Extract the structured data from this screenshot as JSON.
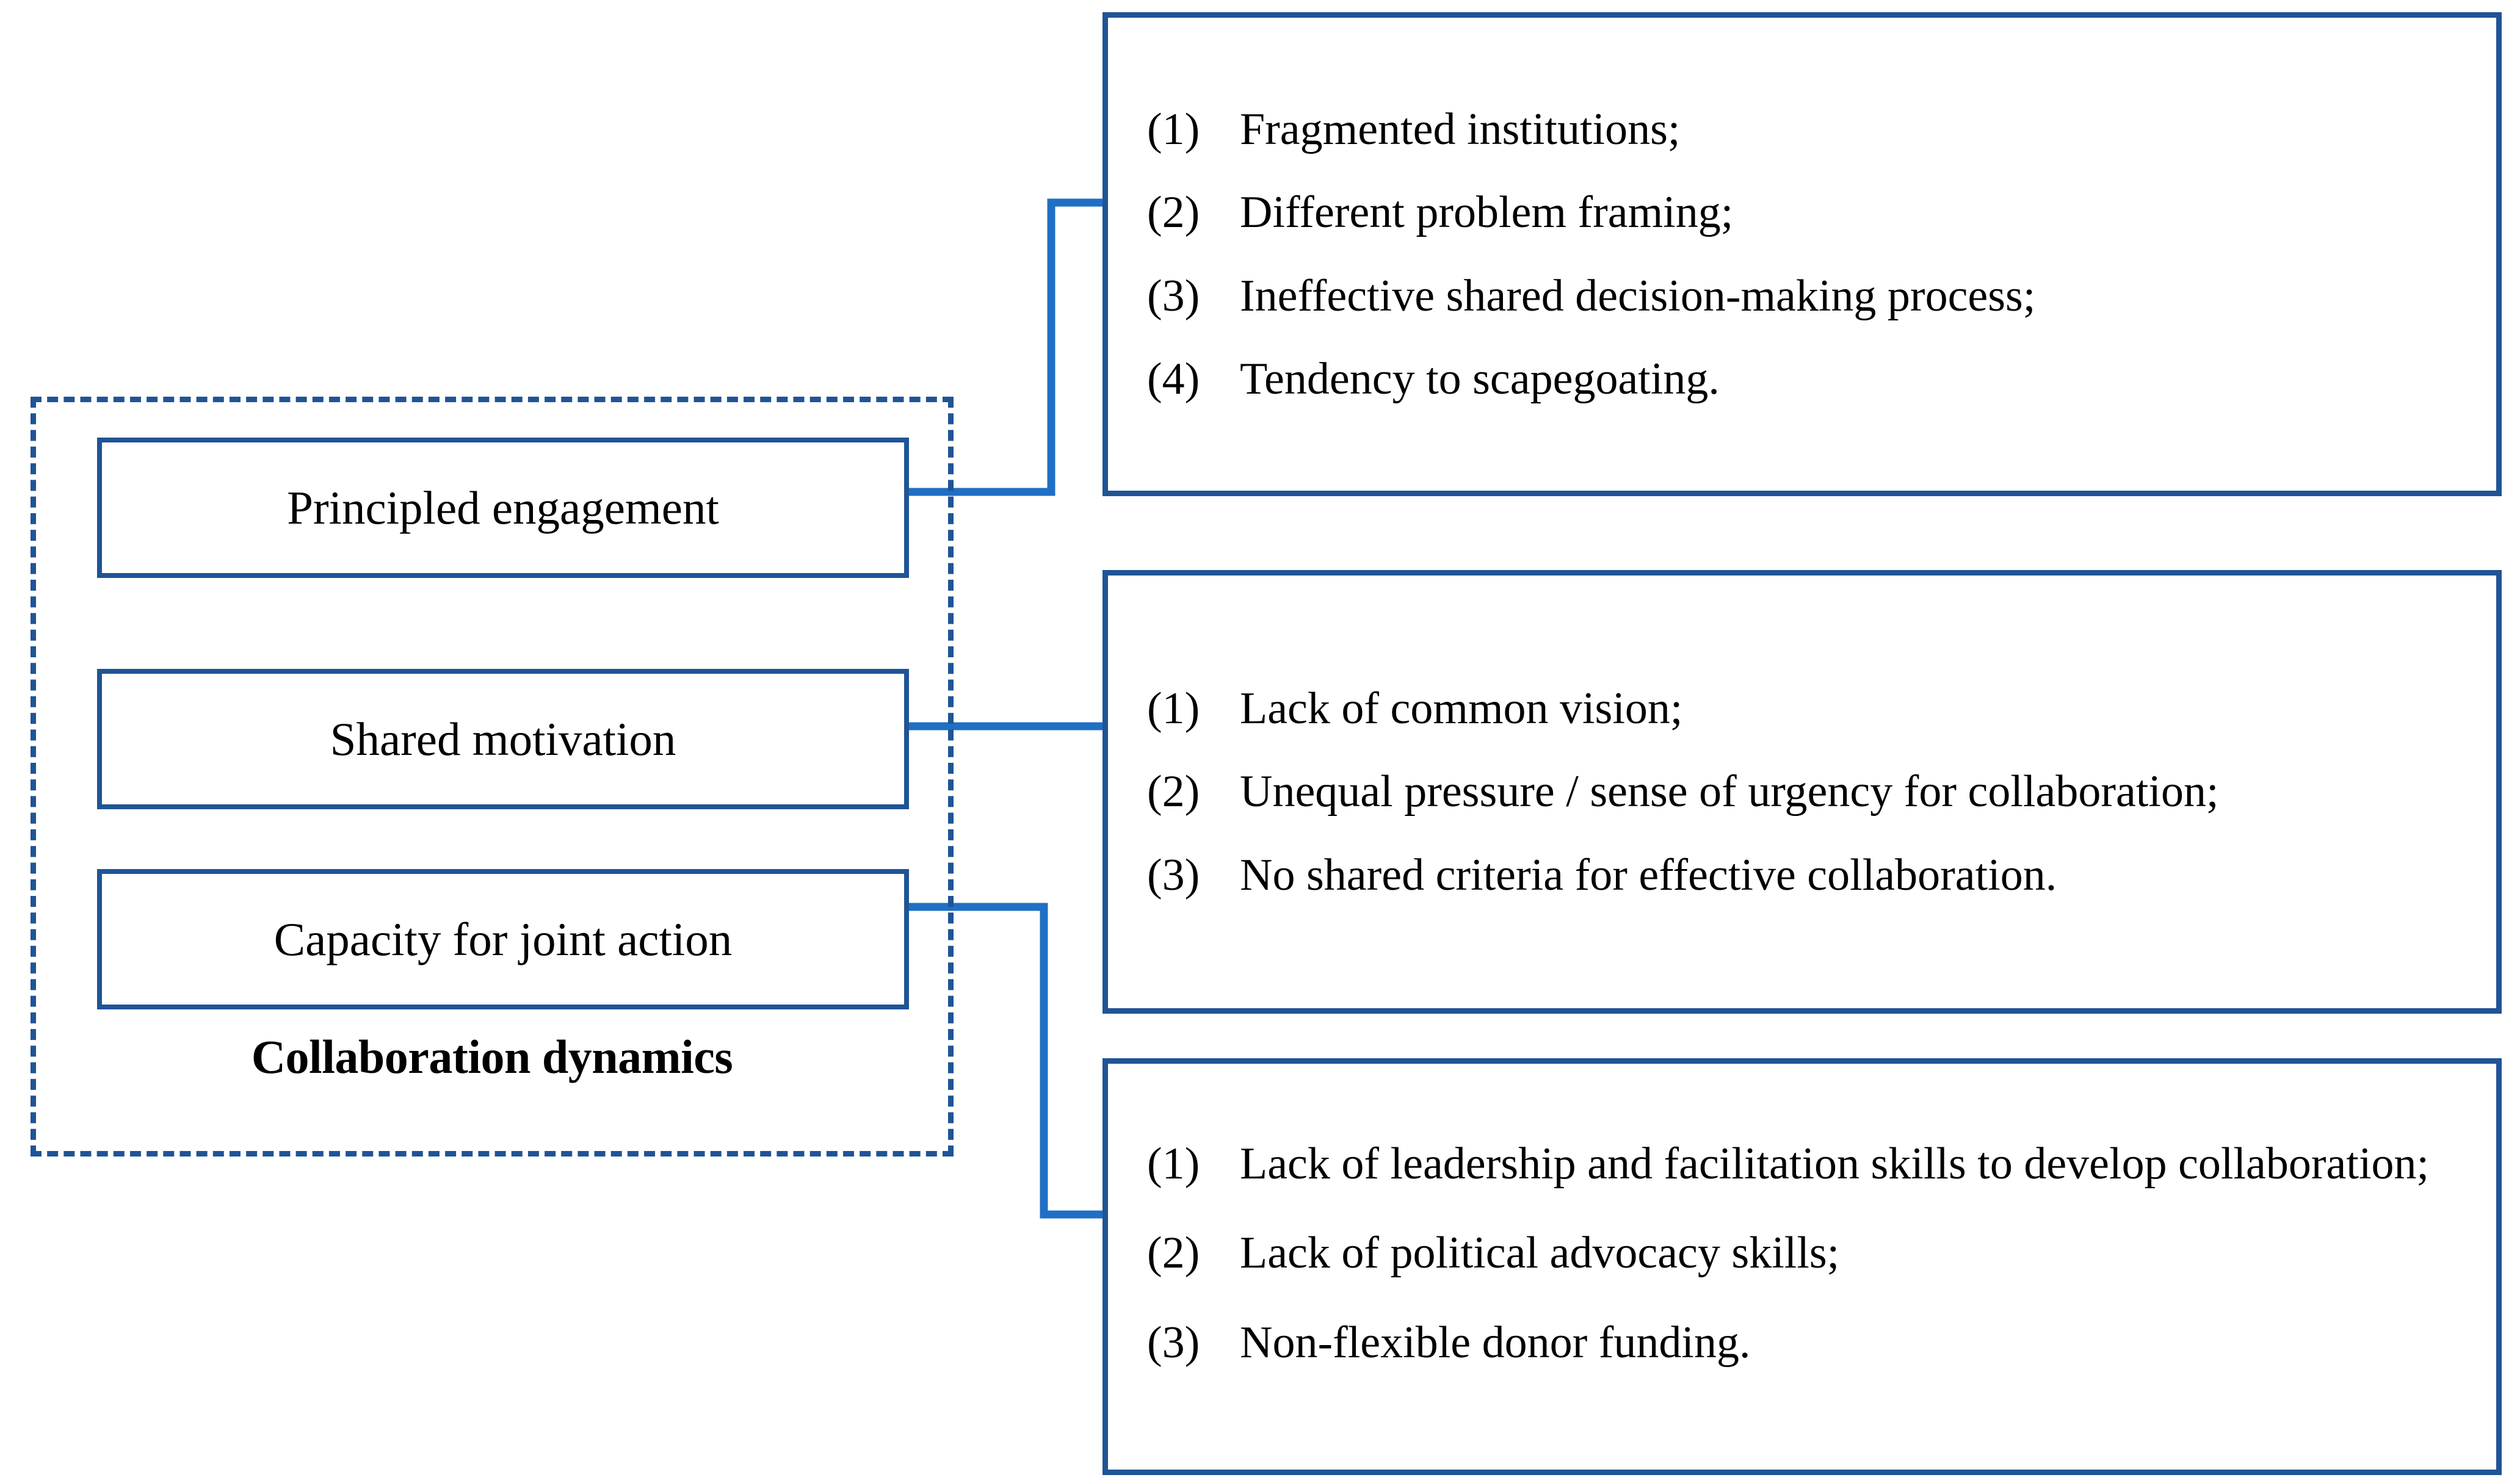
{
  "colors": {
    "box_border": "#1F5496",
    "dashed_border": "#1F5496",
    "connector": "#1F6FC4",
    "text": "#000000",
    "background": "#FFFFFF"
  },
  "left_group": {
    "caption": "Collaboration dynamics",
    "boxes": [
      {
        "label": "Principled engagement"
      },
      {
        "label": "Shared motivation"
      },
      {
        "label": "Capacity for joint action"
      }
    ]
  },
  "right_boxes": [
    {
      "source": "Principled engagement",
      "items": [
        {
          "marker": "(1)",
          "text": "Fragmented institutions;"
        },
        {
          "marker": "(2)",
          "text": "Different problem framing;"
        },
        {
          "marker": "(3)",
          "text": "Ineffective shared decision-making process;"
        },
        {
          "marker": "(4)",
          "text": "Tendency to scapegoating."
        }
      ]
    },
    {
      "source": "Shared motivation",
      "items": [
        {
          "marker": "(1)",
          "text": "Lack of common vision;"
        },
        {
          "marker": "(2)",
          "text": "Unequal pressure / sense of urgency for collaboration;"
        },
        {
          "marker": "(3)",
          "text": "No shared criteria for effective collaboration."
        }
      ]
    },
    {
      "source": "Capacity for joint action",
      "items": [
        {
          "marker": "(1)",
          "text": "Lack of leadership and facilitation skills to develop collaboration;"
        },
        {
          "marker": "(2)",
          "text": "Lack of political advocacy skills;"
        },
        {
          "marker": "(3)",
          "text": "Non-flexible donor funding."
        }
      ]
    }
  ]
}
